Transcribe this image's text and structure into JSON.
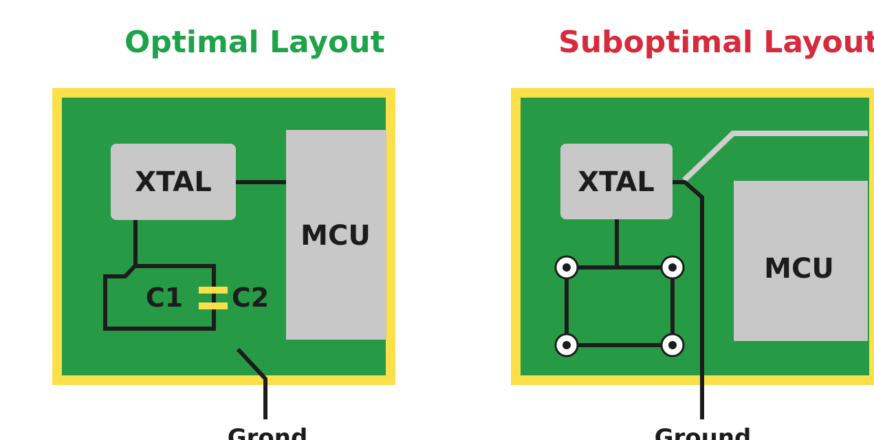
{
  "optimal": {
    "title": "Optimal Layout",
    "xtal_label": "XTAL",
    "mcu_label": "MCU",
    "c1_label": "C1",
    "c2_label": "C2",
    "ground_label": "Grond"
  },
  "suboptimal": {
    "title": "Suboptimal Layout",
    "xtal_label": "XTAL",
    "mcu_label": "MCU",
    "ground_label": "Ground"
  },
  "colors": {
    "board_green": "#279a45",
    "board_border": "#fbe04a",
    "component_gray": "#c8c8c8",
    "trace_dark": "#1c1c1c",
    "title_green": "#1fa34a",
    "title_red": "#d72a3c"
  }
}
